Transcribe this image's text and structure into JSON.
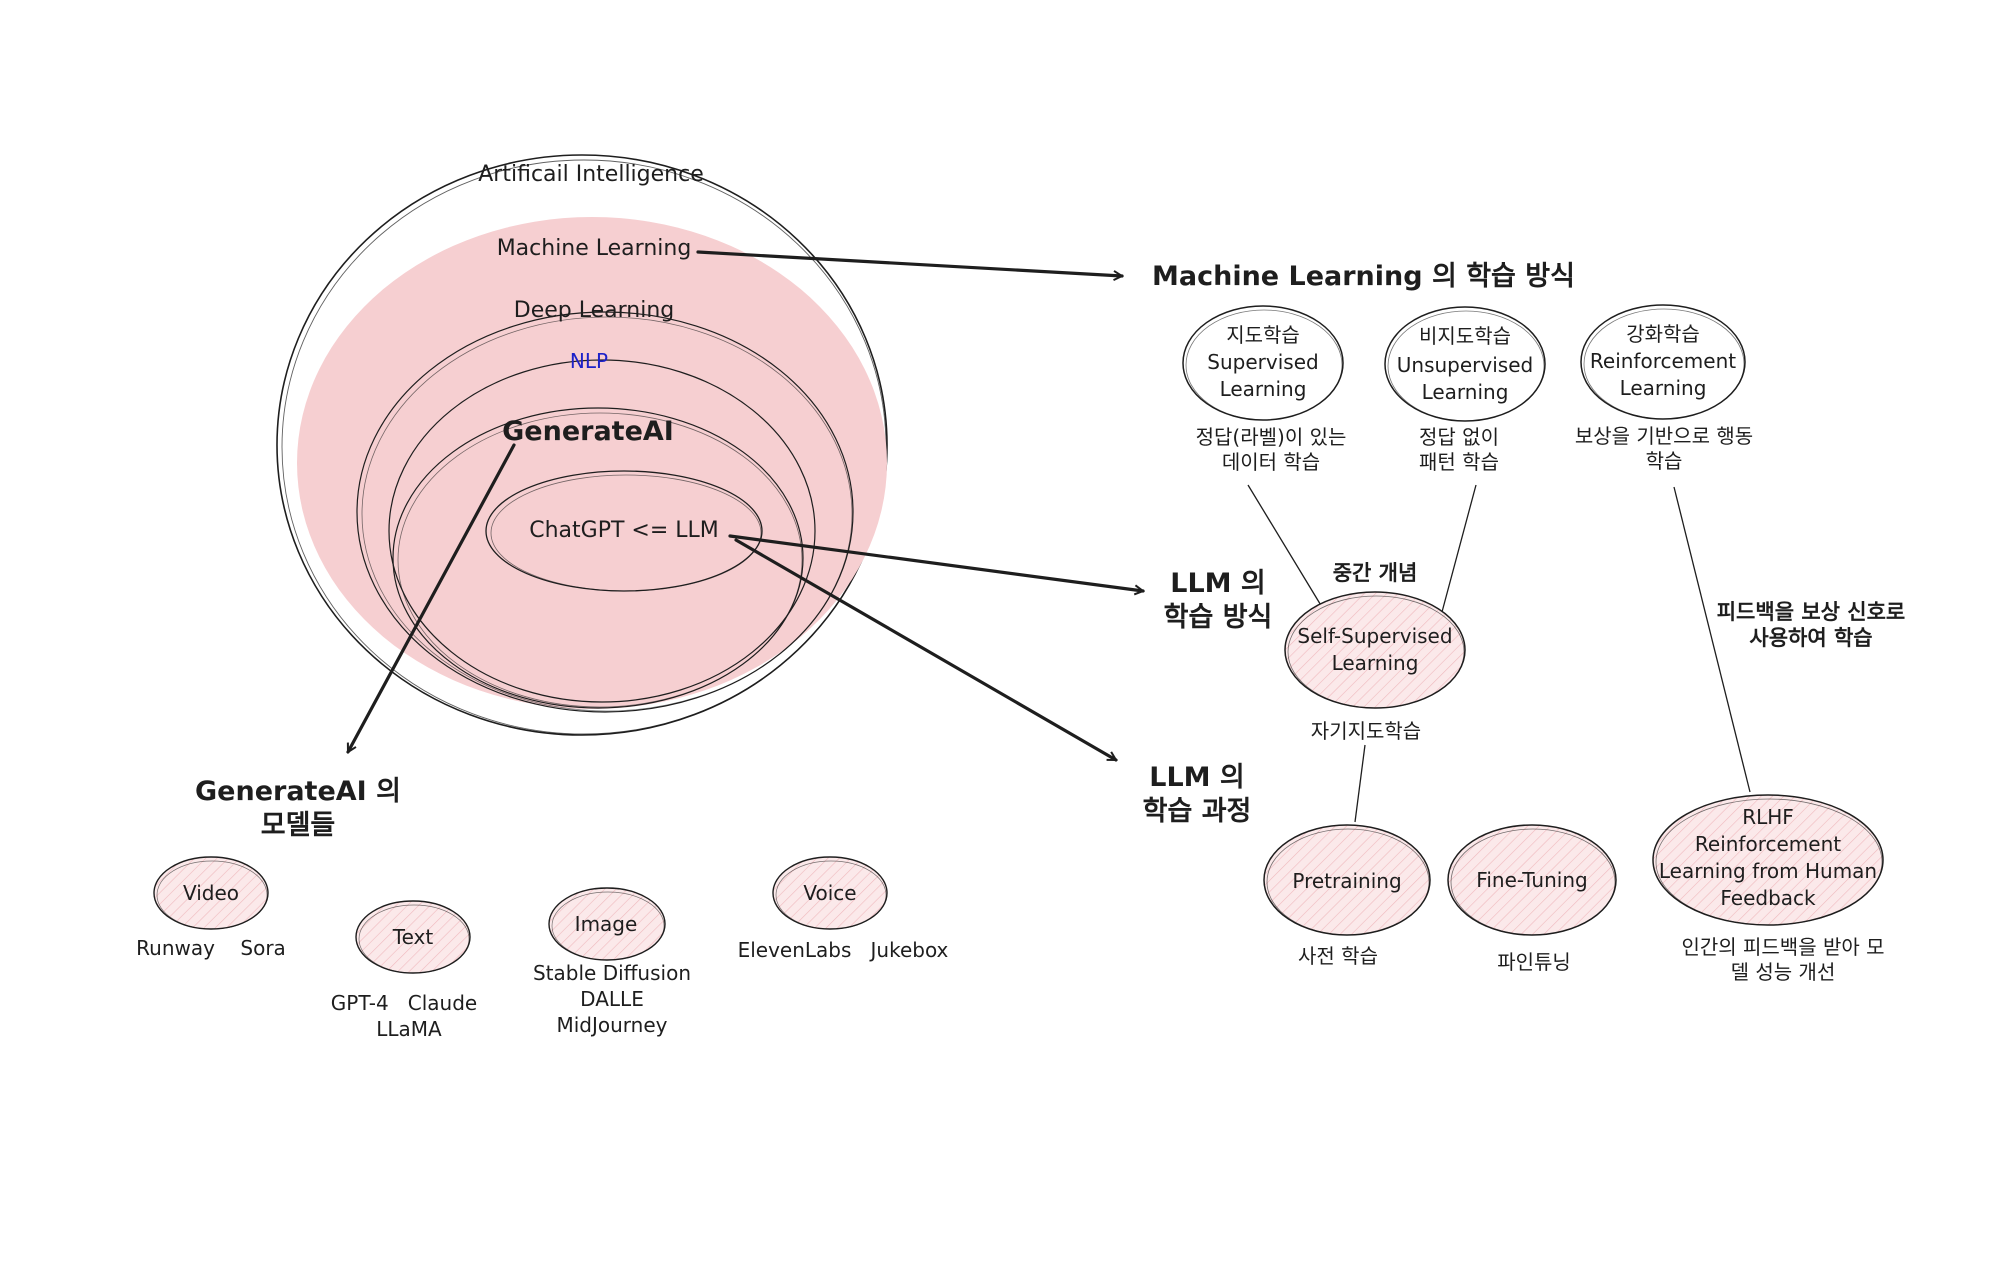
{
  "colors": {
    "stroke": "#1e1e1e",
    "pink_fill": "#f6cfd1",
    "node_fill": "#fbe9ea",
    "nlp_text": "#1d22c9",
    "background": "#ffffff"
  },
  "venn": {
    "ai": "Artificail Intelligence",
    "ml": "Machine Learning",
    "dl": "Deep Learning",
    "nlp": "NLP",
    "genai": "GenerateAI",
    "chatgpt": "ChatGPT <= LLM"
  },
  "headings": {
    "ml_methods": "Machine Learning 의 학습 방식",
    "llm_methods_1": "LLM 의",
    "llm_methods_2": "학습 방식",
    "llm_process_1": "LLM 의",
    "llm_process_2": "학습 과정",
    "genai_models_1": "GenerateAI 의",
    "genai_models_2": "모델들"
  },
  "ml_methods": {
    "supervised": {
      "lines": [
        "지도학습",
        "Supervised",
        "Learning"
      ],
      "desc": [
        "정답(라벨)이 있는",
        "데이터 학습"
      ]
    },
    "unsupervised": {
      "lines": [
        "비지도학습",
        "Unsupervised",
        "Learning"
      ],
      "desc": [
        "정답 없이",
        "패턴 학습"
      ]
    },
    "reinforcement": {
      "lines": [
        "강화학습",
        "Reinforcement",
        "Learning"
      ],
      "desc": [
        "보상을 기반으로 행동",
        "학습"
      ]
    }
  },
  "llm": {
    "middle_concept": "중간 개념",
    "self_supervised": {
      "lines": [
        "Self-Supervised",
        "Learning"
      ],
      "desc": "자기지도학습"
    },
    "feedback_note": [
      "피드백을 보상 신호로",
      "사용하여 학습"
    ],
    "pretraining": {
      "label": "Pretraining",
      "desc": "사전 학습"
    },
    "finetuning": {
      "label": "Fine-Tuning",
      "desc": "파인튜닝"
    },
    "rlhf": {
      "lines": [
        "RLHF",
        "Reinforcement",
        "Learning from Human",
        "Feedback"
      ],
      "desc": [
        "인간의 피드백을 받아 모",
        "델 성능 개선"
      ]
    }
  },
  "models": {
    "video": {
      "label": "Video",
      "examples": [
        "Runway    Sora"
      ]
    },
    "text": {
      "label": "Text",
      "examples": [
        "GPT-4   Claude",
        "LLaMA"
      ]
    },
    "image": {
      "label": "Image",
      "examples": [
        "Stable Diffusion",
        "DALLE",
        "MidJourney"
      ]
    },
    "voice": {
      "label": "Voice",
      "examples": [
        "ElevenLabs   Jukebox"
      ]
    }
  }
}
